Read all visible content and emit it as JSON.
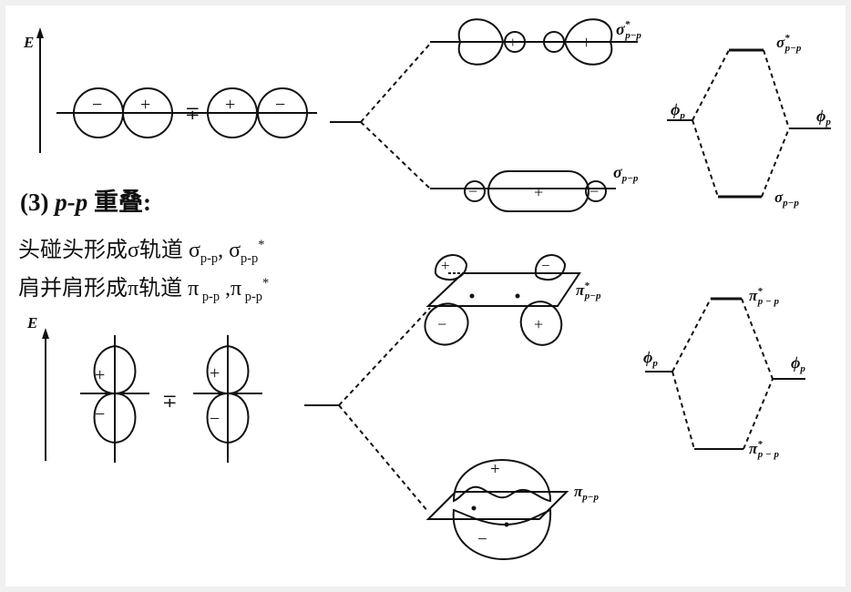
{
  "heading": {
    "number": "(3)",
    "label": "p-p",
    "suffix": "重叠:"
  },
  "lines": [
    {
      "prefix": "头碰头形成σ轨道 ",
      "terms": [
        {
          "base": "σ",
          "sub": "p-p",
          "sup": "",
          "sep": ", "
        },
        {
          "base": "σ",
          "sub": "p-p",
          "sup": "*",
          "sep": ""
        }
      ]
    },
    {
      "prefix": "肩并肩形成π轨道 ",
      "terms": [
        {
          "base": "π",
          "sub": " p-p",
          "sup": "",
          "sep": " ,"
        },
        {
          "base": "π",
          "sub": " p-p",
          "sup": "*",
          "sep": ""
        }
      ]
    }
  ],
  "labels": {
    "energy_axis": "E",
    "plus": "+",
    "minus": "−",
    "combine_sign": "∓",
    "phi": "ϕ",
    "phi_sub": "p",
    "sigma": "σ",
    "pi": "π",
    "star": "*",
    "pp_sub": "p−p",
    "pp_sub_spaced": "p − p"
  }
}
